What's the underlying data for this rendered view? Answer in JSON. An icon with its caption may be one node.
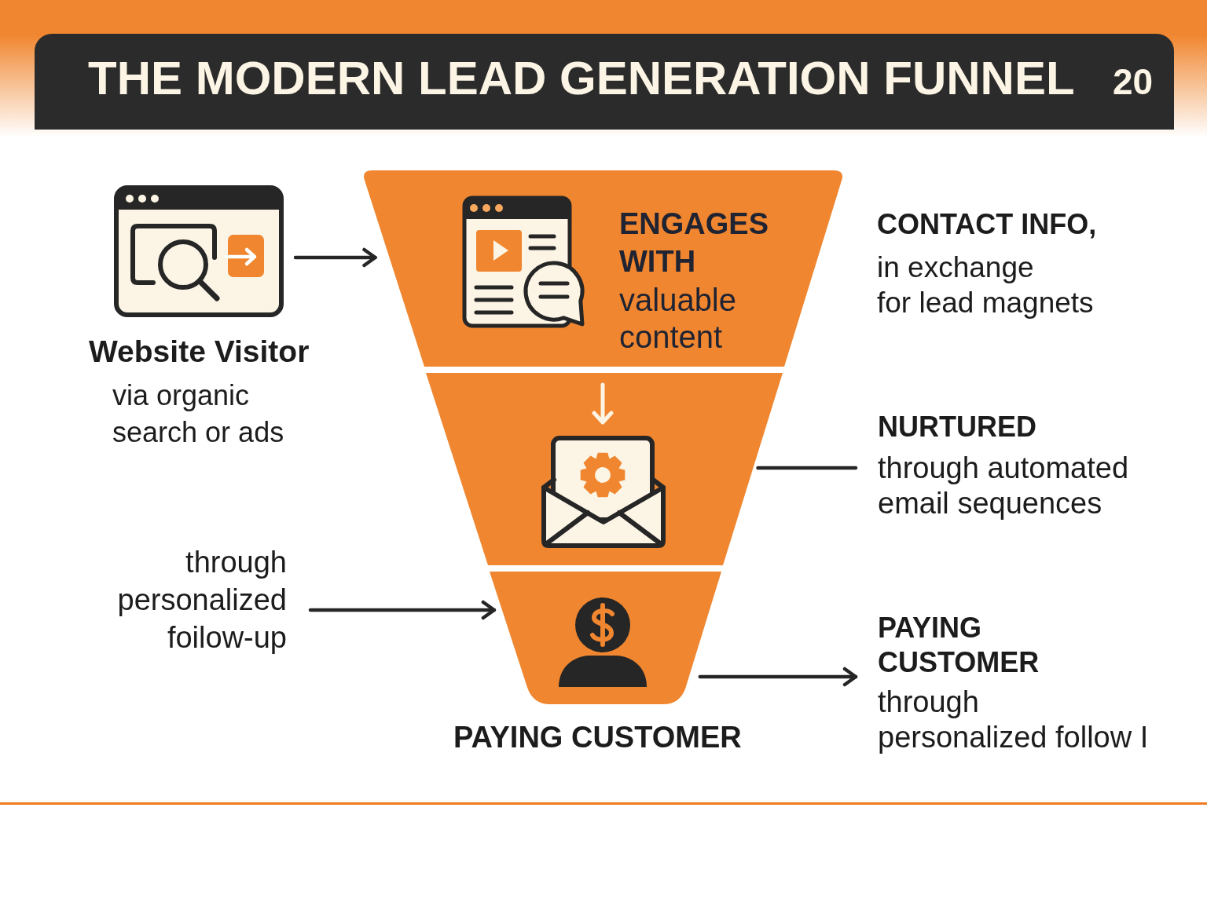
{
  "diagram": {
    "title": "THE MODERN LEAD GENERATION FUNNEL",
    "nodes": [
      {
        "text": [],
        "shape": "picture",
        "beside": [
          "Website Visitor",
          "via organic search or ads"
        ]
      },
      {
        "text": [
          "ENGAGES WITH",
          "valuable content"
        ]
      },
      {
        "text": [],
        "shape": "trapezoid"
      },
      {
        "text": [],
        "shape": "trapezoid",
        "beside": [
          "PAYING CUSTOMER"
        ]
      },
      {
        "text": [
          "NURTURED",
          "through automated email sequences"
        ]
      },
      {
        "text": [
          "through personalized foilow-up"
        ]
      },
      {
        "text": [
          "PAYING CUSTOMER",
          "through personalized follow I"
        ]
      }
    ],
    "edges": [
      {
        "from": 0,
        "to": 1,
        "arrow": "to"
      },
      {
        "from": 2,
        "to": 4,
        "arrow": "none"
      },
      {
        "from": 5,
        "to": 3,
        "arrow": "to"
      },
      {
        "from": 3,
        "to": 6,
        "arrow": "to"
      }
    ],
    "labels": [
      "20",
      "CONTACT INFO,",
      "in exchange for lead magnets"
    ]
  }
}
